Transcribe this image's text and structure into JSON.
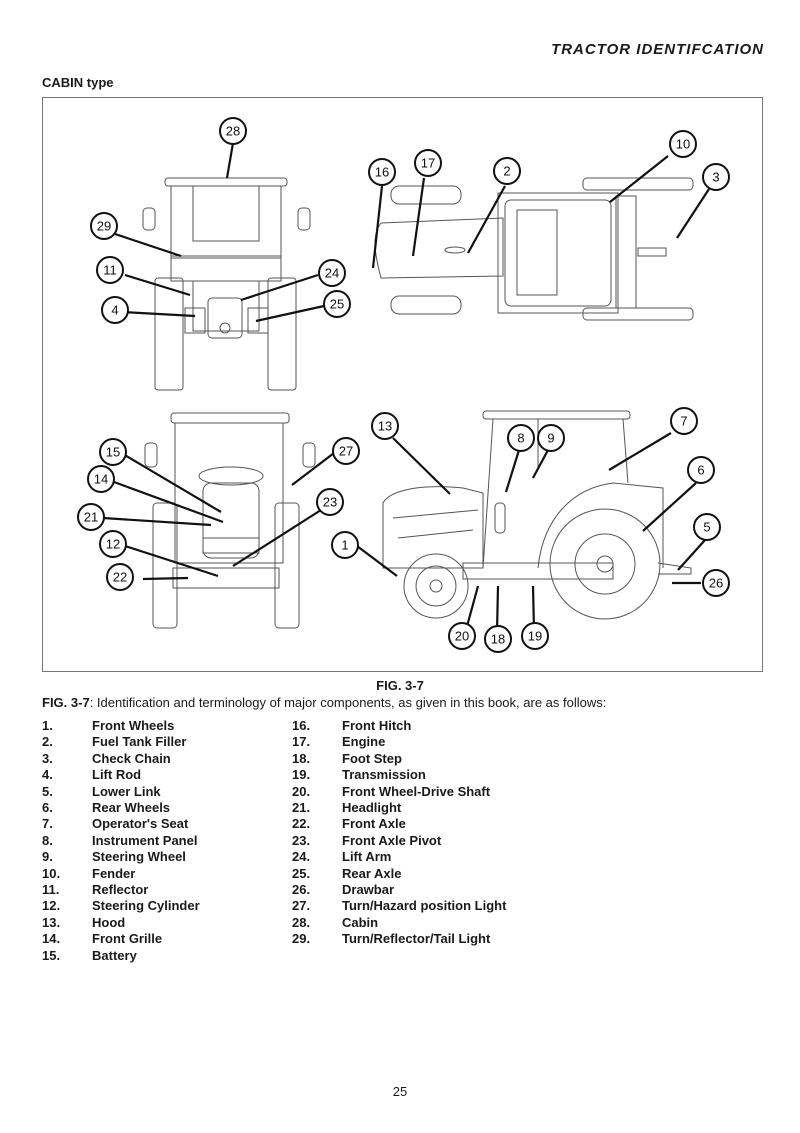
{
  "header": {
    "title": "TRACTOR IDENTIFCATION"
  },
  "section": {
    "label": "CABIN type"
  },
  "figure": {
    "label": "FIG. 3-7",
    "caption_ref": "FIG. 3-7",
    "caption_text": ": Identification and terminology of major components, as given in this book, are as follows:",
    "views": [
      "rear view",
      "top view",
      "front view",
      "side view"
    ],
    "callouts": [
      "28",
      "29",
      "11",
      "24",
      "4",
      "25",
      "16",
      "17",
      "2",
      "10",
      "3",
      "15",
      "14",
      "21",
      "12",
      "22",
      "27",
      "23",
      "1",
      "13",
      "8",
      "9",
      "7",
      "6",
      "5",
      "26",
      "20",
      "18",
      "19"
    ]
  },
  "components": {
    "left": [
      {
        "num": "1.",
        "name": "Front Wheels"
      },
      {
        "num": "2.",
        "name": "Fuel Tank Filler"
      },
      {
        "num": "3.",
        "name": "Check Chain"
      },
      {
        "num": "4.",
        "name": "Lift Rod"
      },
      {
        "num": "5.",
        "name": "Lower Link"
      },
      {
        "num": "6.",
        "name": "Rear Wheels"
      },
      {
        "num": "7.",
        "name": "Operator's Seat"
      },
      {
        "num": "8.",
        "name": "Instrument Panel"
      },
      {
        "num": "9.",
        "name": "Steering Wheel"
      },
      {
        "num": "10.",
        "name": "Fender"
      },
      {
        "num": "11.",
        "name": "Reflector"
      },
      {
        "num": "12.",
        "name": "Steering Cylinder"
      },
      {
        "num": "13.",
        "name": "Hood"
      },
      {
        "num": "14.",
        "name": "Front Grille"
      },
      {
        "num": "15.",
        "name": "Battery"
      }
    ],
    "right": [
      {
        "num": "16.",
        "name": "Front Hitch"
      },
      {
        "num": "17.",
        "name": "Engine"
      },
      {
        "num": "18.",
        "name": "Foot Step"
      },
      {
        "num": "19.",
        "name": "Transmission"
      },
      {
        "num": "20.",
        "name": "Front Wheel-Drive Shaft"
      },
      {
        "num": "21.",
        "name": "Headlight"
      },
      {
        "num": "22.",
        "name": "Front Axle"
      },
      {
        "num": "23.",
        "name": "Front Axle Pivot"
      },
      {
        "num": "24.",
        "name": "Lift Arm"
      },
      {
        "num": "25.",
        "name": "Rear Axle"
      },
      {
        "num": "26.",
        "name": "Drawbar"
      },
      {
        "num": "27.",
        "name": "Turn/Hazard position Light"
      },
      {
        "num": "28.",
        "name": "Cabin"
      },
      {
        "num": "29.",
        "name": "Turn/Reflector/Tail Light"
      }
    ]
  },
  "page": {
    "number": "25"
  }
}
